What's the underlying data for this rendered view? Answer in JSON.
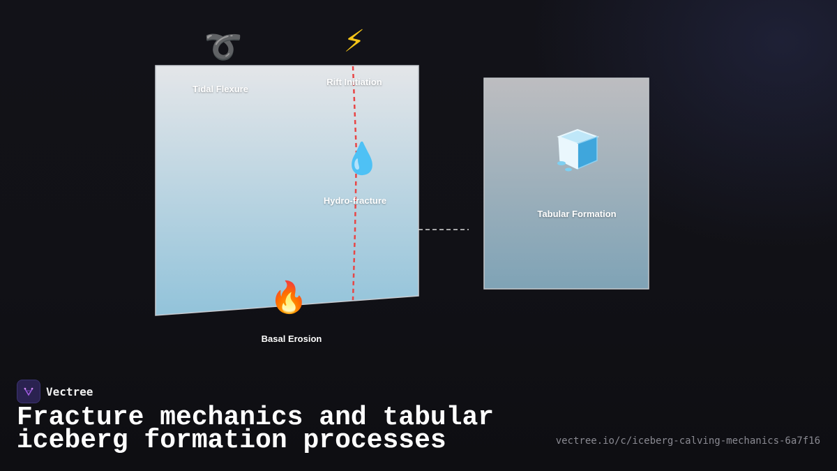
{
  "diagram": {
    "stages": [
      {
        "id": "tidal",
        "label": "Tidal Flexure",
        "icon": "loop-icon"
      },
      {
        "id": "rift",
        "label": "Rift Initiation",
        "icon": "lightning-icon"
      },
      {
        "id": "hydro",
        "label": "Hydro-fracture",
        "icon": "droplet-icon"
      },
      {
        "id": "basal",
        "label": "Basal Erosion",
        "icon": "fire-icon"
      },
      {
        "id": "tabular",
        "label": "Tabular Formation",
        "icon": "ice-cube-icon"
      }
    ],
    "colors": {
      "ice_shelf_top": "#e4e6e9",
      "ice_shelf_bottom": "#92c3da",
      "iceberg_top": "#bdbdc0",
      "iceberg_bottom": "#7fa3b6",
      "rift_line": "#e84545"
    }
  },
  "brand": {
    "name": "Vectree"
  },
  "title": "Fracture mechanics and tabular iceberg formation processes",
  "url": "vectree.io/c/iceberg-calving-mechanics-6a7f16"
}
